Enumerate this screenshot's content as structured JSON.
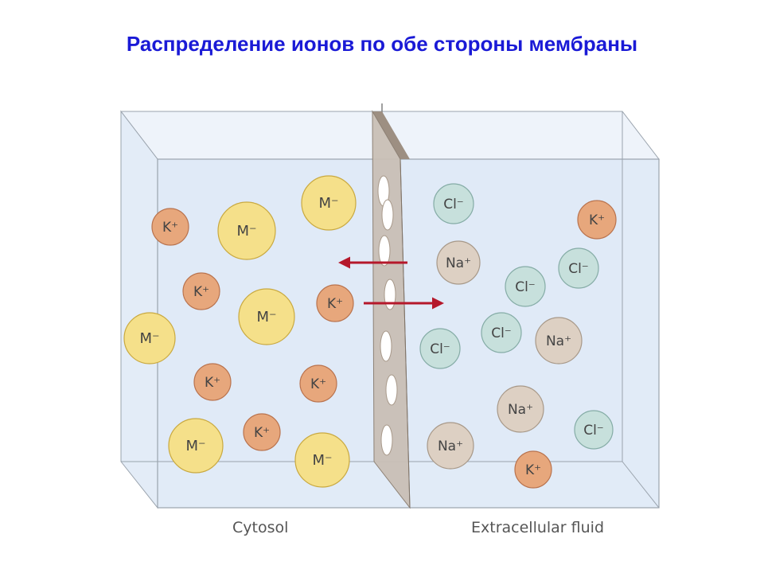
{
  "title": "Распределение ионов по обе стороны мембраны",
  "labels": {
    "cytosol": "Cytosol",
    "extracellular": "Extracellular fluid"
  },
  "ion_types": {
    "M": {
      "text": "M⁻",
      "fill": "#f5e08a",
      "stroke": "#c9a940"
    },
    "K": {
      "text": "K⁺",
      "fill": "#e7a77c",
      "stroke": "#b9734e"
    },
    "Na": {
      "text": "Na⁺",
      "fill": "#ddd0c3",
      "stroke": "#a79888"
    },
    "Cl": {
      "text": "Cl⁻",
      "fill": "#c7e0dc",
      "stroke": "#85aca6"
    }
  },
  "colors": {
    "title": "#1a1ad6",
    "water": "#dce8f6",
    "box_edge": "#9aa3ad",
    "membrane": "#c8bfb5",
    "membrane_top": "#9d8f82",
    "arrow": "#b5182b"
  },
  "arrows": [
    {
      "name": "arrow-leftward",
      "direction": "left"
    },
    {
      "name": "arrow-rightward",
      "direction": "right"
    }
  ]
}
